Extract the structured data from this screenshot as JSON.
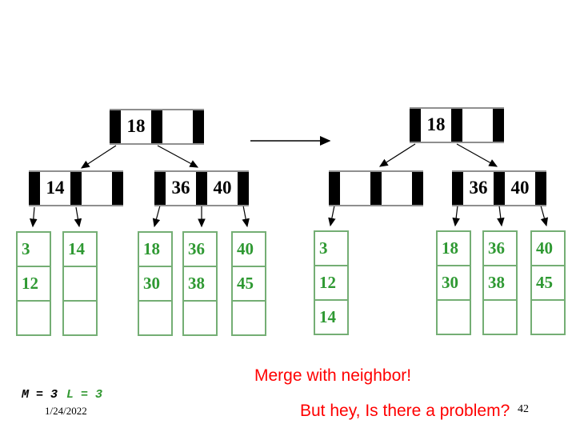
{
  "slide_type": "bplus-tree-merge-diagram",
  "captions": {
    "merge": "Merge with neighbor!",
    "problem": "But hey, Is there a problem?"
  },
  "footer": {
    "m_label": "M = 3",
    "l_label": "L = 3",
    "date": "1/24/2022",
    "page_number": "42"
  },
  "colors": {
    "caption_red": "#ff0000",
    "leaf_border_green": "#74ae74",
    "leaf_text_green": "#2f9933",
    "node_bar_black": "#000000",
    "node_rule_gray": "#8f8f8f",
    "footer_l_green": "#339933"
  },
  "trees": {
    "left": {
      "root": [
        "18",
        ""
      ],
      "int1": [
        "14",
        ""
      ],
      "int2": [
        "36",
        "40"
      ],
      "leaf1": [
        "3",
        "12",
        ""
      ],
      "leaf2": [
        "14",
        "",
        ""
      ],
      "leaf3": [
        "18",
        "30",
        ""
      ],
      "leaf4": [
        "36",
        "38",
        ""
      ],
      "leaf5": [
        "40",
        "45",
        ""
      ]
    },
    "right": {
      "root": [
        "18",
        ""
      ],
      "int1": [
        "",
        ""
      ],
      "int2": [
        "36",
        "40"
      ],
      "leaf1": [
        "3",
        "12",
        "14"
      ],
      "leaf2": [
        "18",
        "30",
        ""
      ],
      "leaf3": [
        "36",
        "38",
        ""
      ],
      "leaf4": [
        "40",
        "45",
        ""
      ]
    }
  }
}
